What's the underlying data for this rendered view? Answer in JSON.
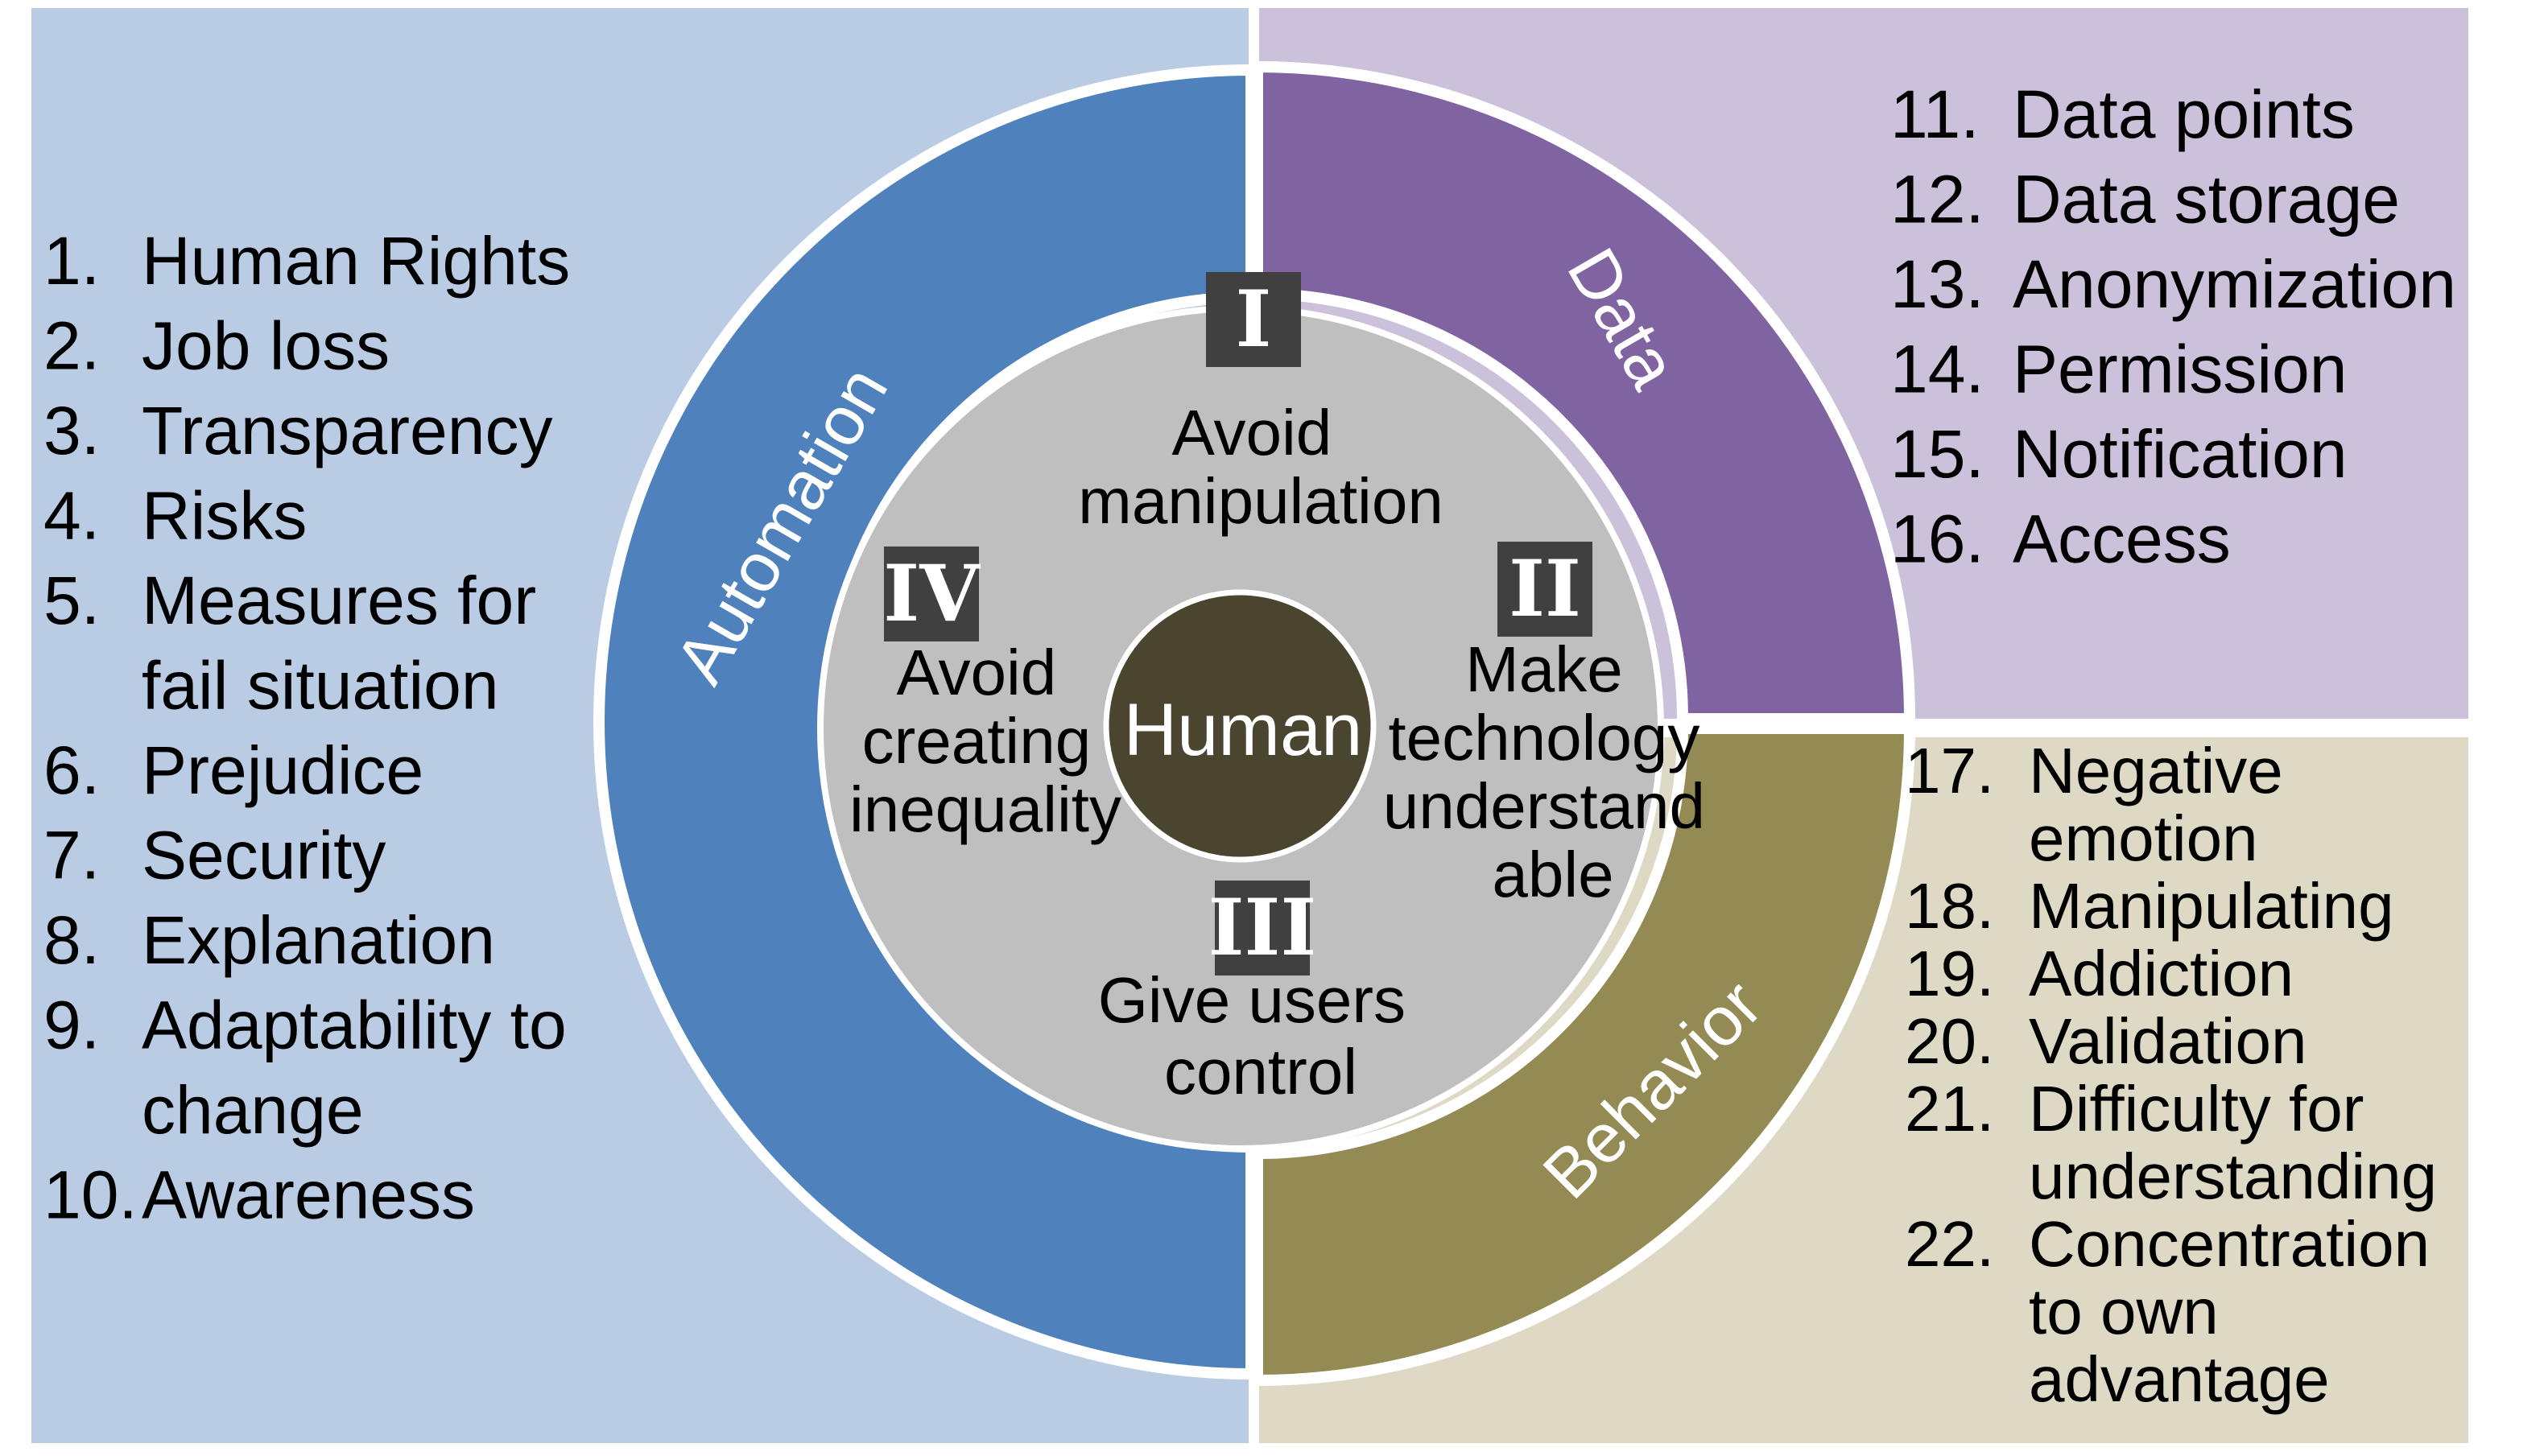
{
  "colors": {
    "automation_panel": "#b9cce4",
    "automation_ring": "#4f81bd",
    "data_panel": "#ccc1da",
    "data_ring": "#8064a2",
    "behavior_panel": "#ddd9c4",
    "behavior_ring": "#948a54",
    "principles_circle": "#bfbfbf",
    "human_circle": "#4a452f",
    "badge": "#404040"
  },
  "center": {
    "label": "Human"
  },
  "rings": {
    "automation": {
      "label": "Automation"
    },
    "data": {
      "label": "Data"
    },
    "behavior": {
      "label": "Behavior"
    }
  },
  "principles": [
    {
      "numeral": "I",
      "lines": [
        "Avoid",
        "manipulation"
      ]
    },
    {
      "numeral": "II",
      "lines": [
        "Make",
        "technology",
        "understand",
        "able"
      ]
    },
    {
      "numeral": "III",
      "lines": [
        "Give users",
        "control"
      ]
    },
    {
      "numeral": "IV",
      "lines": [
        "Avoid",
        "creating",
        "inequality"
      ]
    }
  ],
  "automation_items": [
    {
      "num": "1.",
      "lines": [
        "Human Rights"
      ]
    },
    {
      "num": "2.",
      "lines": [
        "Job loss"
      ]
    },
    {
      "num": "3.",
      "lines": [
        "Transparency"
      ]
    },
    {
      "num": "4.",
      "lines": [
        "Risks"
      ]
    },
    {
      "num": "5.",
      "lines": [
        "Measures for",
        "fail situation"
      ]
    },
    {
      "num": "6.",
      "lines": [
        "Prejudice"
      ]
    },
    {
      "num": "7.",
      "lines": [
        "Security"
      ]
    },
    {
      "num": "8.",
      "lines": [
        "Explanation"
      ]
    },
    {
      "num": "9.",
      "lines": [
        "Adaptability to",
        "change"
      ]
    },
    {
      "num": "10.",
      "lines": [
        "Awareness"
      ]
    }
  ],
  "data_items": [
    {
      "num": "11.",
      "lines": [
        "Data points"
      ]
    },
    {
      "num": "12.",
      "lines": [
        "Data storage"
      ]
    },
    {
      "num": "13.",
      "lines": [
        "Anonymization"
      ]
    },
    {
      "num": "14.",
      "lines": [
        "Permission"
      ]
    },
    {
      "num": "15.",
      "lines": [
        "Notification"
      ]
    },
    {
      "num": "16.",
      "lines": [
        "Access"
      ]
    }
  ],
  "behavior_items": [
    {
      "num": "17.",
      "lines": [
        "Negative",
        "emotion"
      ]
    },
    {
      "num": "18.",
      "lines": [
        "Manipulating"
      ]
    },
    {
      "num": "19.",
      "lines": [
        "Addiction"
      ]
    },
    {
      "num": "20.",
      "lines": [
        "Validation"
      ]
    },
    {
      "num": "21.",
      "lines": [
        "Difficulty for",
        "understanding"
      ]
    },
    {
      "num": "22.",
      "lines": [
        "Concentration",
        "to own",
        "advantage"
      ]
    }
  ]
}
